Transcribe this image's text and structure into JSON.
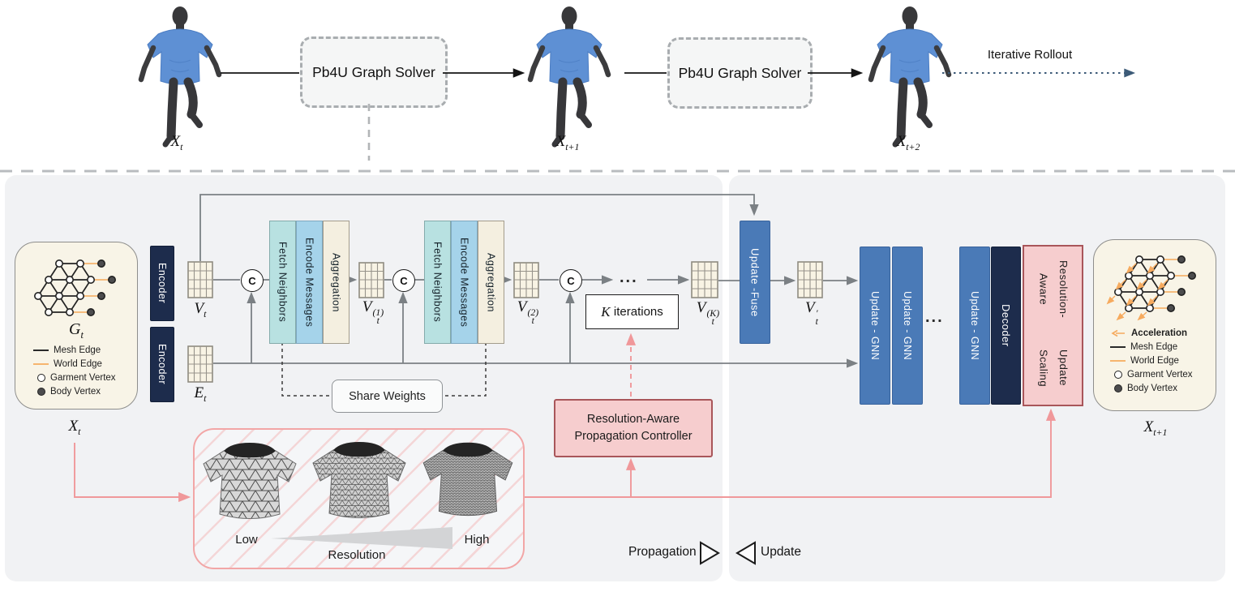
{
  "top": {
    "solvers": [
      "Pb4U Graph Solver",
      "Pb4U Graph Solver"
    ],
    "rollout": "Iterative Rollout",
    "x_t": {
      "base": "X",
      "sub": "t"
    },
    "x_t1": {
      "base": "X",
      "sub": "t+1"
    },
    "x_t2": {
      "base": "X",
      "sub": "t+2"
    }
  },
  "graph_in": {
    "title": {
      "base": "G",
      "sub": "t"
    },
    "legend": [
      {
        "label": "Mesh Edge"
      },
      {
        "label": "World Edge"
      },
      {
        "label": "Garment Vertex"
      },
      {
        "label": "Body Vertex"
      }
    ],
    "state": {
      "base": "X",
      "sub": "t"
    }
  },
  "graph_out": {
    "legend": [
      {
        "label": "Acceleration"
      },
      {
        "label": "Mesh Edge"
      },
      {
        "label": "World Edge"
      },
      {
        "label": "Garment Vertex"
      },
      {
        "label": "Body Vertex"
      }
    ],
    "state": {
      "base": "X",
      "sub": "t+1"
    }
  },
  "encoders": [
    "Encoder",
    "Encoder"
  ],
  "features": {
    "vt": {
      "base": "V",
      "sub": "t"
    },
    "et": {
      "base": "E",
      "sub": "t"
    },
    "v1": {
      "base": "V",
      "sub": "t",
      "sup": "(1)"
    },
    "v2": {
      "base": "V",
      "sub": "t",
      "sup": "(2)"
    },
    "vk": {
      "base": "V",
      "sub": "t",
      "sup": "(K)"
    },
    "vp": {
      "base": "V",
      "sub": "t",
      "sup": "′"
    }
  },
  "concat_symbol": "C",
  "mp_block": [
    "Fetch Neighbors",
    "Encode Messages",
    "Aggregation"
  ],
  "k_iterations": {
    "k": "K",
    "label": "iterations"
  },
  "share_weights": "Share Weights",
  "dots": "...",
  "update_fuse": "Update -Fuse",
  "update_gnn": "Update - GNN",
  "decoder": "Decoder",
  "update_scaling": {
    "line1": "Resolution-Aware",
    "line2": "Update Scaling"
  },
  "controller": {
    "line1": "Resolution-Aware",
    "line2": "Propagation Controller"
  },
  "resolution": {
    "low": "Low",
    "high": "High",
    "label": "Resolution"
  },
  "flow_legend": {
    "propagation": "Propagation",
    "update": "Update"
  },
  "colors": {
    "accent_blue": "#4a7ab7",
    "navy": "#1d2c4c",
    "pink_fill": "#f6cdce",
    "pink_border": "#a9565a",
    "pink_line": "#f0989a",
    "orange": "#f6aa5e",
    "cream": "#f8f4e7",
    "gray_line": "#7b8084"
  }
}
